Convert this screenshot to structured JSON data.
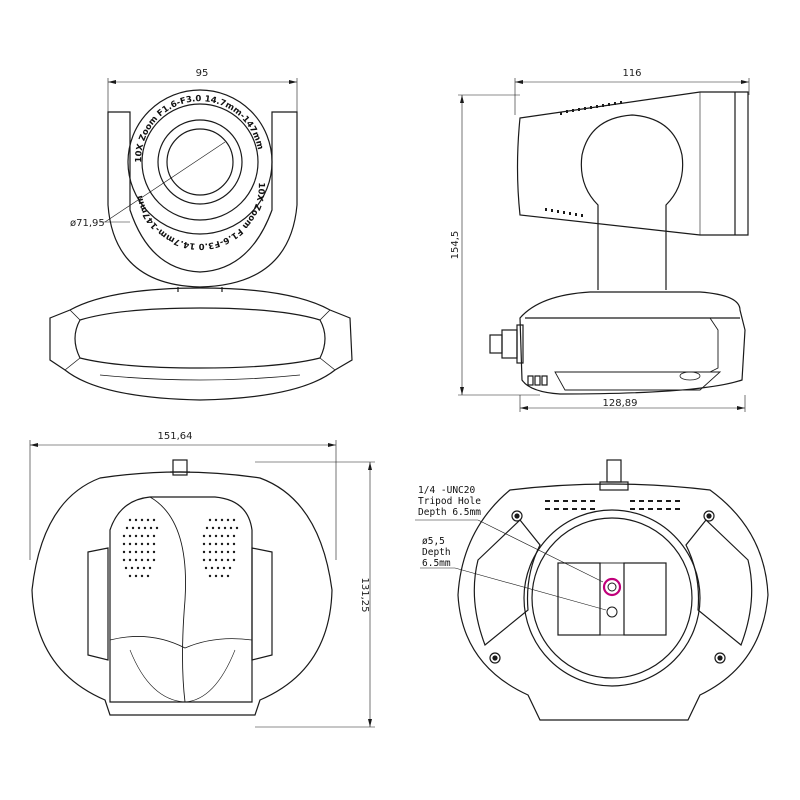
{
  "dimensions": {
    "front_width": "95",
    "lens_diameter": "ø71,95",
    "side_depth": "116",
    "height": "154,5",
    "base_depth": "128,89",
    "top_width": "151,64",
    "top_depth": "131,25"
  },
  "lens_ring": {
    "outer_text": "10X Zoom F1.6-F3.0 14.7mm-147mm",
    "inner_text": "10X Zoom F1.6-F3.0 14.7mm-147mm"
  },
  "notes": {
    "tripod_hole": [
      "1/4 -UNC20",
      "Tripod Hole",
      "Depth 6.5mm"
    ],
    "pin_hole": [
      "ø5,5",
      "Depth",
      "6.5mm"
    ]
  },
  "colors": {
    "line": "#1a1a1a",
    "highlight": "#c0007a"
  }
}
